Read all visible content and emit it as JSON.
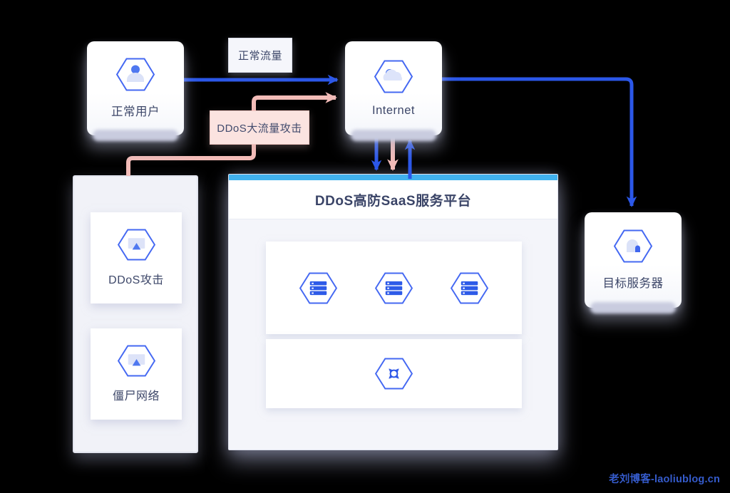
{
  "nodes": {
    "normal_user": {
      "label": "正常用户"
    },
    "internet": {
      "label": "Internet"
    },
    "target_server": {
      "label": "目标服务器"
    }
  },
  "flow_labels": {
    "normal_traffic": "正常流量",
    "ddos_attack_traffic": "DDoS大流量攻击"
  },
  "attack_sources": {
    "items": [
      {
        "label": "DDoS攻击"
      },
      {
        "label": "僵尸网络"
      }
    ]
  },
  "platform": {
    "title": "DDoS高防SaaS服务平台",
    "scrubbing_nodes_count": 3
  },
  "watermark": "老刘博客-laoliublog.cn",
  "colors": {
    "accent_blue": "#2b57e8",
    "attack_pink": "#f3bcb8",
    "platform_topbar_cyan": "#41b2ef",
    "hexagon_stroke": "#4468f2",
    "text_navy": "#3d4769",
    "background": "#000000"
  }
}
